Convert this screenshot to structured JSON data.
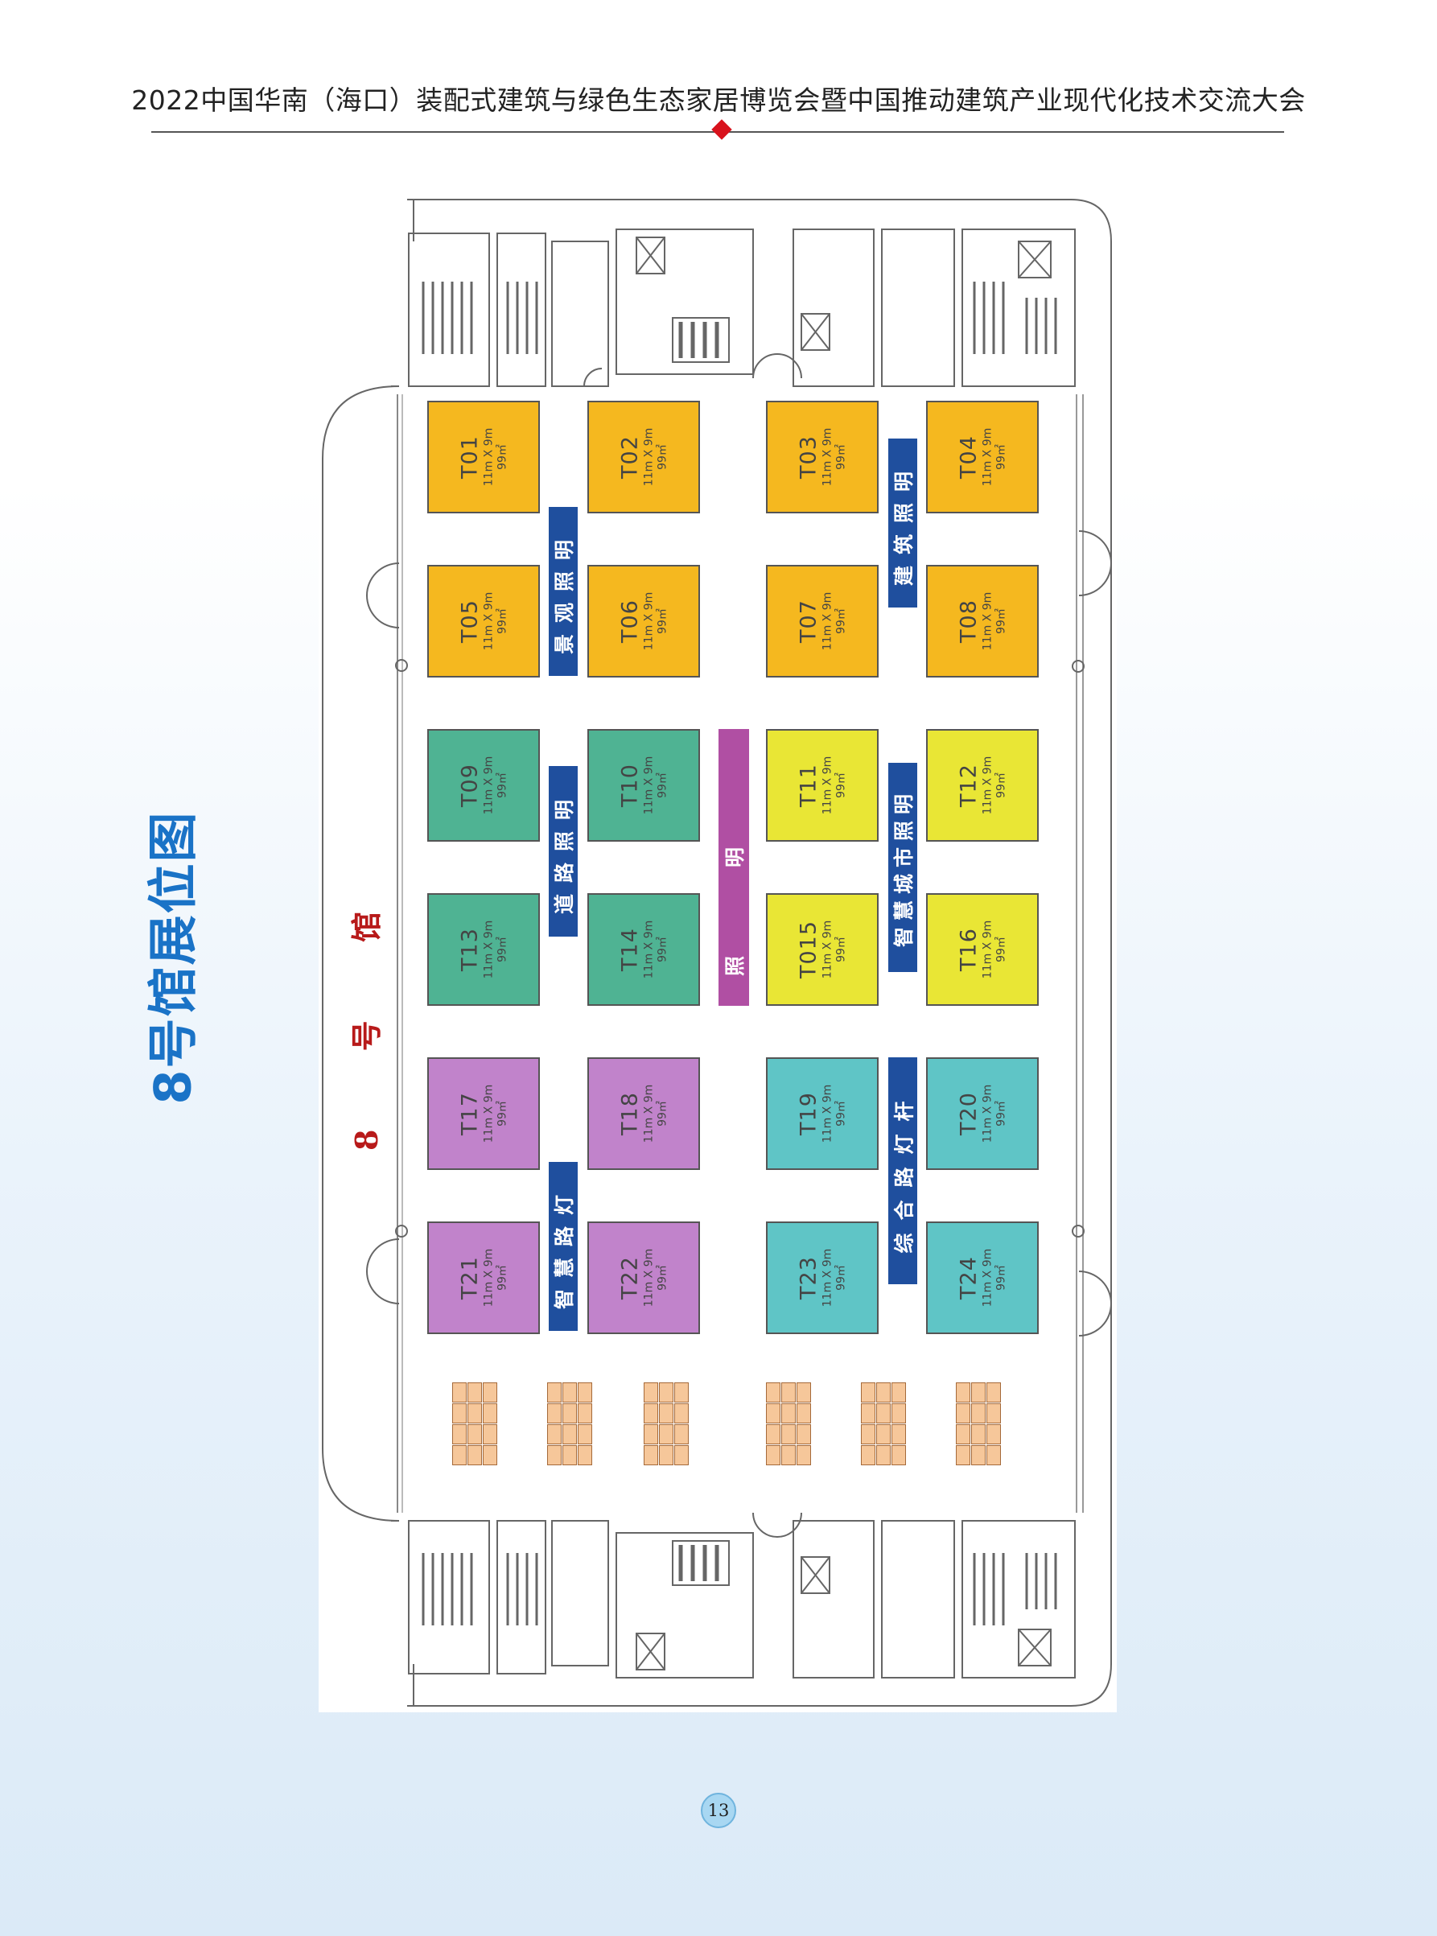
{
  "header": {
    "title": "2022中国华南（海口）装配式建筑与绿色生态家居博览会暨中国推动建筑产业现代化技术交流大会"
  },
  "side_title": "8号馆展位图",
  "hall_name": "8 号 馆",
  "colors": {
    "yellow": "#f5b81f",
    "teal": "#4fb393",
    "lime": "#e9e635",
    "violet": "#c183cb",
    "aqua": "#5fc5c6",
    "zone_blue": "#1f4f9e",
    "zone_magenta": "#b04fa3",
    "small": "#f6c79a"
  },
  "booths": [
    {
      "id": "T01",
      "dim": "11m X 9m",
      "area": "99㎡",
      "color": "yellow"
    },
    {
      "id": "T02",
      "dim": "11m X 9m",
      "area": "99㎡",
      "color": "yellow"
    },
    {
      "id": "T03",
      "dim": "11m X 9m",
      "area": "99㎡",
      "color": "yellow"
    },
    {
      "id": "T04",
      "dim": "11m X 9m",
      "area": "99㎡",
      "color": "yellow"
    },
    {
      "id": "T05",
      "dim": "11m X 9m",
      "area": "99㎡",
      "color": "yellow"
    },
    {
      "id": "T06",
      "dim": "11m X 9m",
      "area": "99㎡",
      "color": "yellow"
    },
    {
      "id": "T07",
      "dim": "11m X 9m",
      "area": "99㎡",
      "color": "yellow"
    },
    {
      "id": "T08",
      "dim": "11m X 9m",
      "area": "99㎡",
      "color": "yellow"
    },
    {
      "id": "T09",
      "dim": "11m X 9m",
      "area": "99㎡",
      "color": "teal"
    },
    {
      "id": "T10",
      "dim": "11m X 9m",
      "area": "99㎡",
      "color": "teal"
    },
    {
      "id": "T11",
      "dim": "11m X 9m",
      "area": "99㎡",
      "color": "lime"
    },
    {
      "id": "T12",
      "dim": "11m X 9m",
      "area": "99㎡",
      "color": "lime"
    },
    {
      "id": "T13",
      "dim": "11m X 9m",
      "area": "99㎡",
      "color": "teal"
    },
    {
      "id": "T14",
      "dim": "11m X 9m",
      "area": "99㎡",
      "color": "teal"
    },
    {
      "id": "T015",
      "dim": "11m X 9m",
      "area": "99㎡",
      "color": "lime"
    },
    {
      "id": "T16",
      "dim": "11m X 9m",
      "area": "99㎡",
      "color": "lime"
    },
    {
      "id": "T17",
      "dim": "11m X 9m",
      "area": "99㎡",
      "color": "violet"
    },
    {
      "id": "T18",
      "dim": "11m X 9m",
      "area": "99㎡",
      "color": "violet"
    },
    {
      "id": "T19",
      "dim": "11m X 9m",
      "area": "99㎡",
      "color": "aqua"
    },
    {
      "id": "T20",
      "dim": "11m X 9m",
      "area": "99㎡",
      "color": "aqua"
    },
    {
      "id": "T21",
      "dim": "11m X 9m",
      "area": "99㎡",
      "color": "violet"
    },
    {
      "id": "T22",
      "dim": "11m X 9m",
      "area": "99㎡",
      "color": "violet"
    },
    {
      "id": "T23",
      "dim": "11m X 9m",
      "area": "99㎡",
      "color": "aqua"
    },
    {
      "id": "T24",
      "dim": "11m X 9m",
      "area": "99㎡",
      "color": "aqua"
    }
  ],
  "zones": {
    "landscape": "景观照明",
    "architecture": "建筑照明",
    "road": "道路照明",
    "lighting": "照明",
    "smart_city": "智慧城市照明",
    "smart_street": "智慧路灯",
    "integrated_pole": "综合路灯杆"
  },
  "page_number": "13"
}
